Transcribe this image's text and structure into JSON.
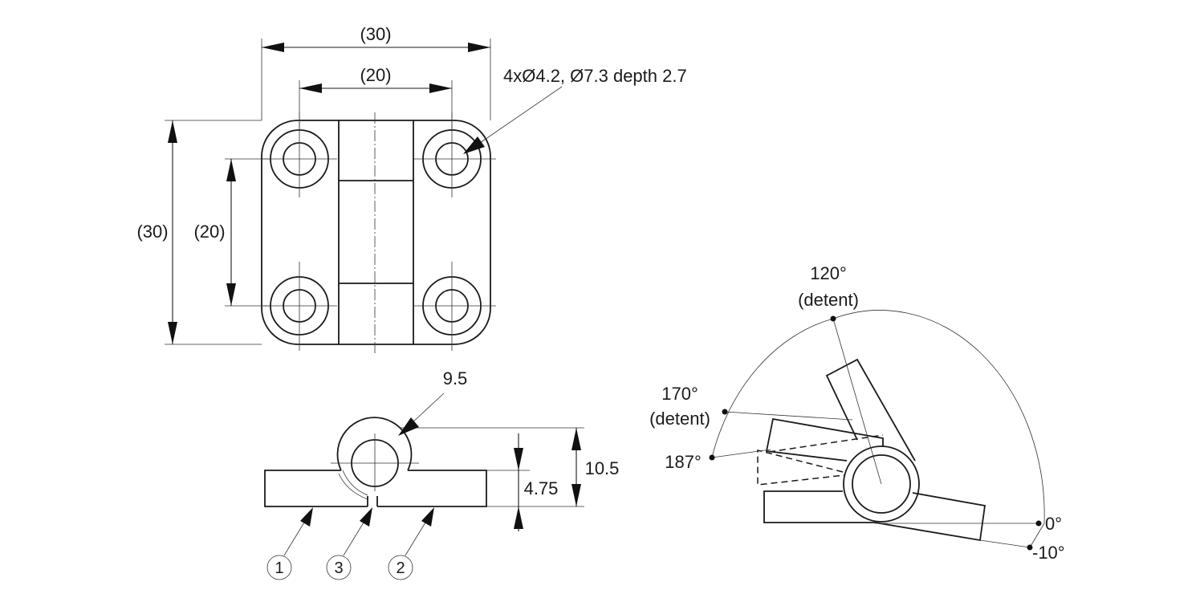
{
  "top_view": {
    "width_outer": "(30)",
    "width_inner": "(20)",
    "height_outer": "(30)",
    "height_inner": "(20)",
    "hole_callout": "4xØ4.2, Ø7.3 depth 2.7"
  },
  "side_view": {
    "knuckle_dim": "9.5",
    "height_total": "10.5",
    "leaf_thickness": "4.75",
    "balloons": [
      "1",
      "3",
      "2"
    ]
  },
  "angle_view": {
    "angle_120": "120°",
    "angle_120_note": "(detent)",
    "angle_170": "170°",
    "angle_170_note": "(detent)",
    "angle_187": "187°",
    "angle_0": "0°",
    "angle_neg10": "-10°"
  }
}
